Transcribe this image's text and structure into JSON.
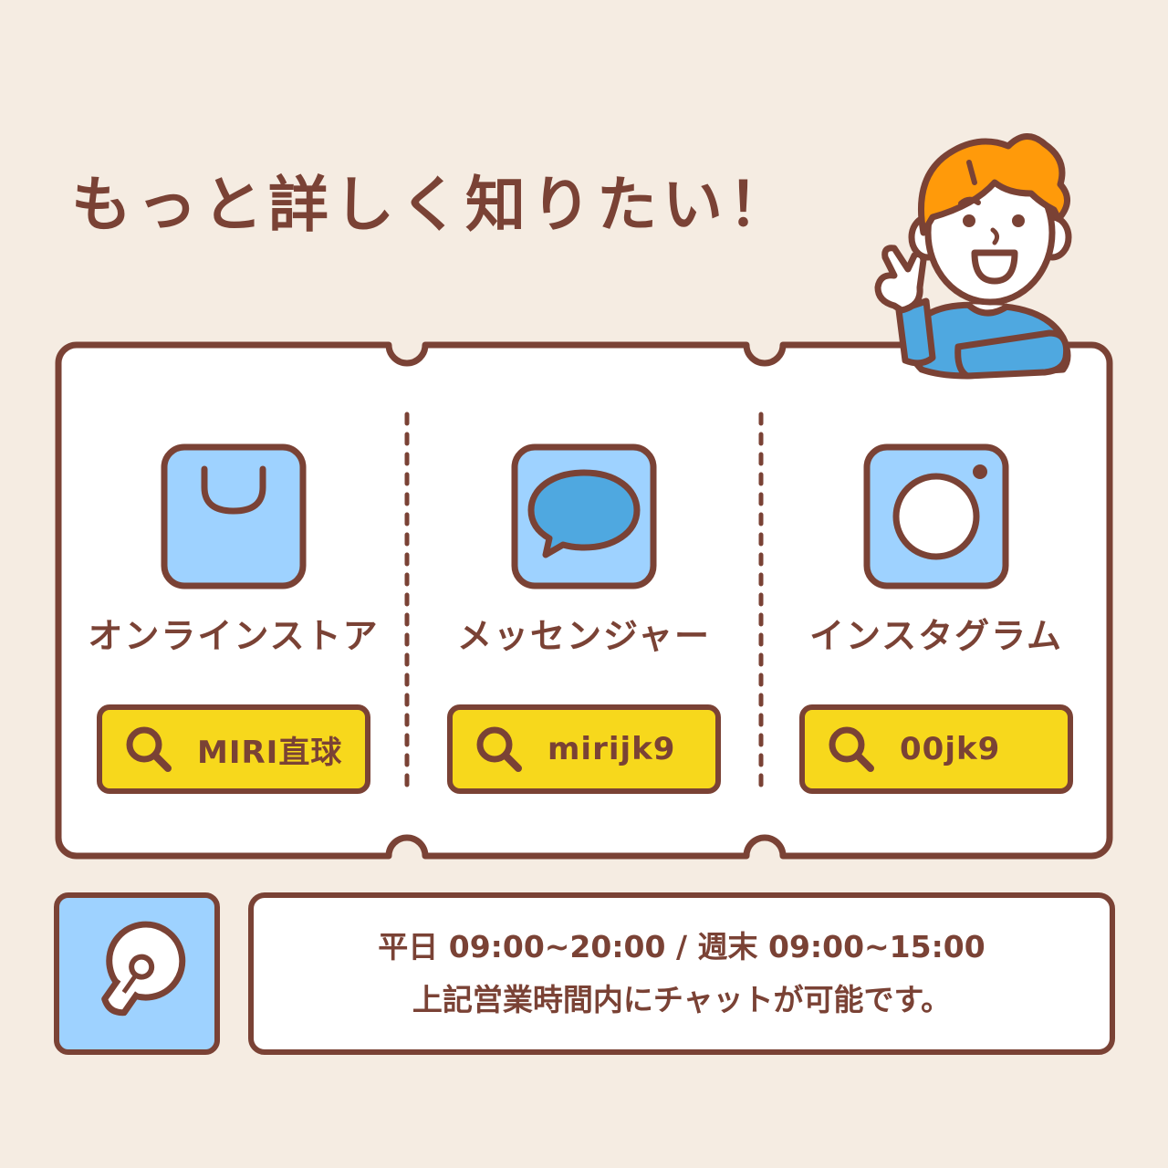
{
  "header": {
    "title": "もっと詳しく知りたい！"
  },
  "channels": [
    {
      "label": "オンラインストア",
      "icon": "shopping-bag-icon",
      "search_value": "MIRI直球"
    },
    {
      "label": "メッセンジャー",
      "icon": "chat-bubble-icon",
      "search_value": "mirijk9"
    },
    {
      "label": "インスタグラム",
      "icon": "camera-icon",
      "search_value": "00jk9"
    }
  ],
  "info": {
    "icon": "lightbulb-icon",
    "hours": "平日 09:00~20:00 / 週末 09:00~15:00",
    "note": "上記営業時間内にチャットが可能です。"
  },
  "colors": {
    "background": "#f5ece2",
    "outline": "#7a4235",
    "card": "#ffffff",
    "icon_fill": "#9ed2ff",
    "accent_blue": "#4fa8e0",
    "search_yellow": "#f7d81c",
    "hair_orange": "#ff9a0a"
  }
}
